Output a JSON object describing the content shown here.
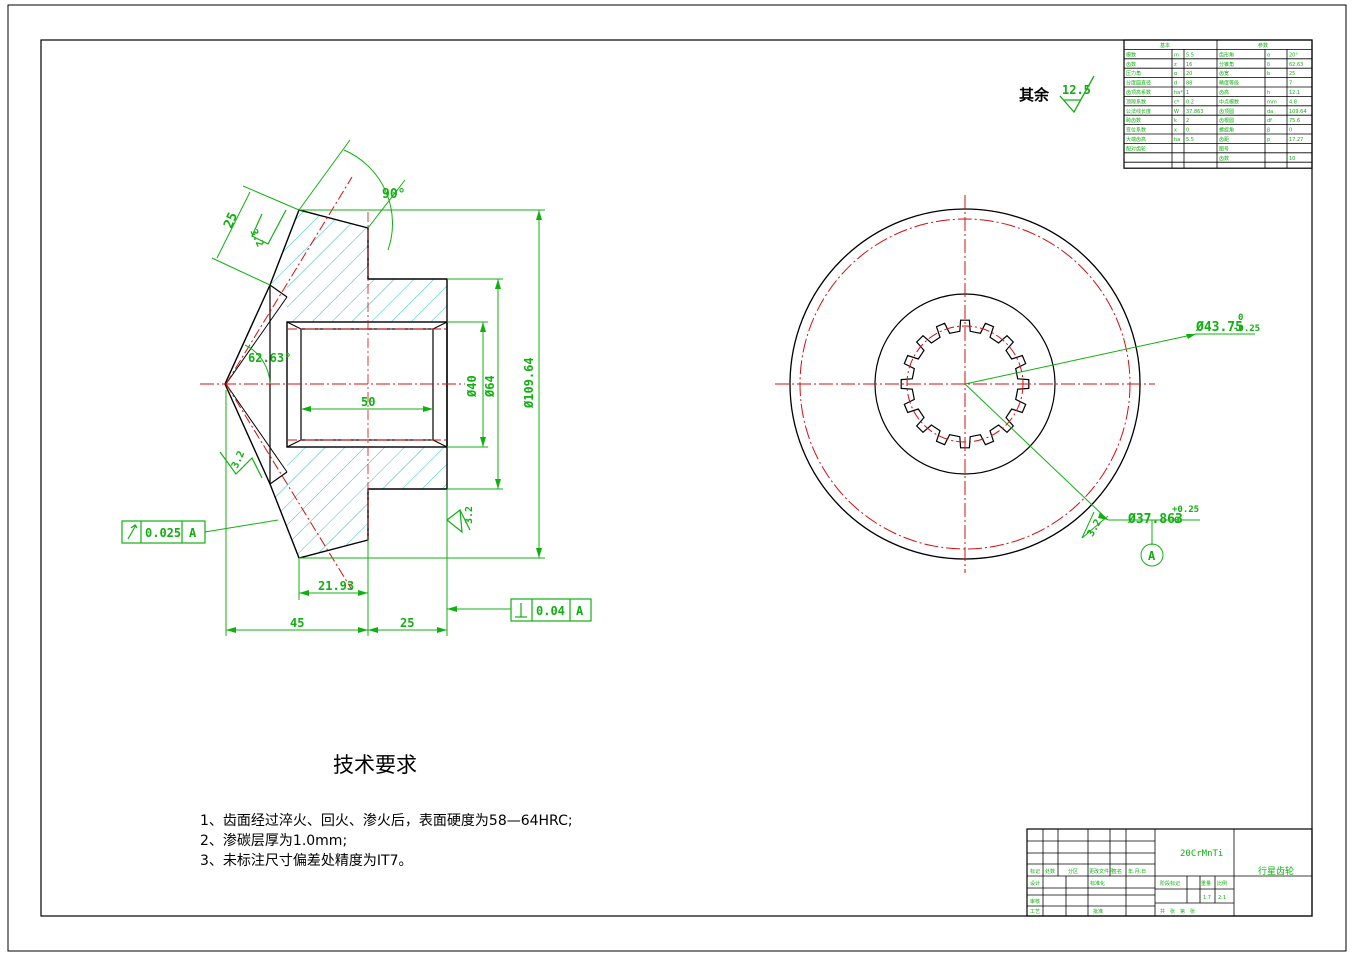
{
  "roughness_note": {
    "label": "其余",
    "value": "12.5"
  },
  "part_name": "行星齿轮",
  "material": "20CrMnTi",
  "title_block": {
    "mark": "标记",
    "count": "处数",
    "zone": "分区",
    "doc_no": "更改文件号",
    "sign": "签名",
    "date": "年.月.日",
    "design": "设计",
    "standardize": "标准化",
    "stage_mark": "阶段标记",
    "weight": "重量",
    "scale_label": "比例",
    "weight_value": "1.7",
    "scale_value": "2:1",
    "review": "审核",
    "process": "工艺",
    "approve": "批准",
    "sheet_text": "共　张　第　张"
  },
  "param_table": {
    "headers": [
      "基本",
      "参数"
    ],
    "rows": [
      [
        "模数",
        "m",
        "5.5",
        "齿形角",
        "α",
        "20°"
      ],
      [
        "齿数",
        "z",
        "16",
        "分锥角",
        "δ",
        "62.63"
      ],
      [
        "压力角",
        "α",
        "20",
        "齿宽",
        "b",
        "25"
      ],
      [
        "分度圆直径",
        "d",
        "88",
        "精度等级",
        "",
        "7"
      ],
      [
        "齿顶高系数",
        "ha*",
        "1",
        "齿高",
        "h",
        "12.1"
      ],
      [
        "顶隙系数",
        "c*",
        "0.2",
        "中点模数",
        "mm",
        "4.8"
      ],
      [
        "公法线长度",
        "W",
        "37.863",
        "齿顶圆",
        "da",
        "109.64"
      ],
      [
        "跨齿数",
        "k",
        "2",
        "齿根圆",
        "df",
        "75.6"
      ],
      [
        "变位系数",
        "x",
        "0",
        "螺旋角",
        "β",
        "0"
      ],
      [
        "大端齿高",
        "ha",
        "5.5",
        "齿距",
        "p",
        "17.27"
      ]
    ],
    "foot": [
      [
        "配对齿轮",
        "图号",
        ""
      ],
      [
        "",
        "齿数",
        "10"
      ]
    ]
  },
  "dims": {
    "angle_90": "90°",
    "width_25_top": "25",
    "angle_6263": "62.63°",
    "bore_length": "50",
    "dia_40": "Ø40",
    "dia_64": "Ø64",
    "dia_10964": "Ø109.64",
    "len_2193": "21.93",
    "len_45": "45",
    "len_25_bottom": "25",
    "rough_32": "3.2",
    "runout_value": "0.025",
    "perp_value": "0.04",
    "datum": "A",
    "spline_outer": "Ø43.75",
    "spline_outer_upper": "0",
    "spline_outer_lower": "-0.25",
    "spline_inner": "Ø37.863",
    "spline_inner_upper": "+0.25",
    "spline_inner_lower": "0"
  },
  "tech": {
    "title": "技术要求",
    "items": [
      "1、齿面经过淬火、回火、渗火后，表面硬度为58—64HRC;",
      "2、渗碳层厚为1.0mm;",
      "3、未标注尺寸偏差处精度为IT7。"
    ]
  },
  "colors": {
    "green": "#10b010",
    "red": "#d01010",
    "cyan": "#30c0c0",
    "line": "#000000"
  }
}
